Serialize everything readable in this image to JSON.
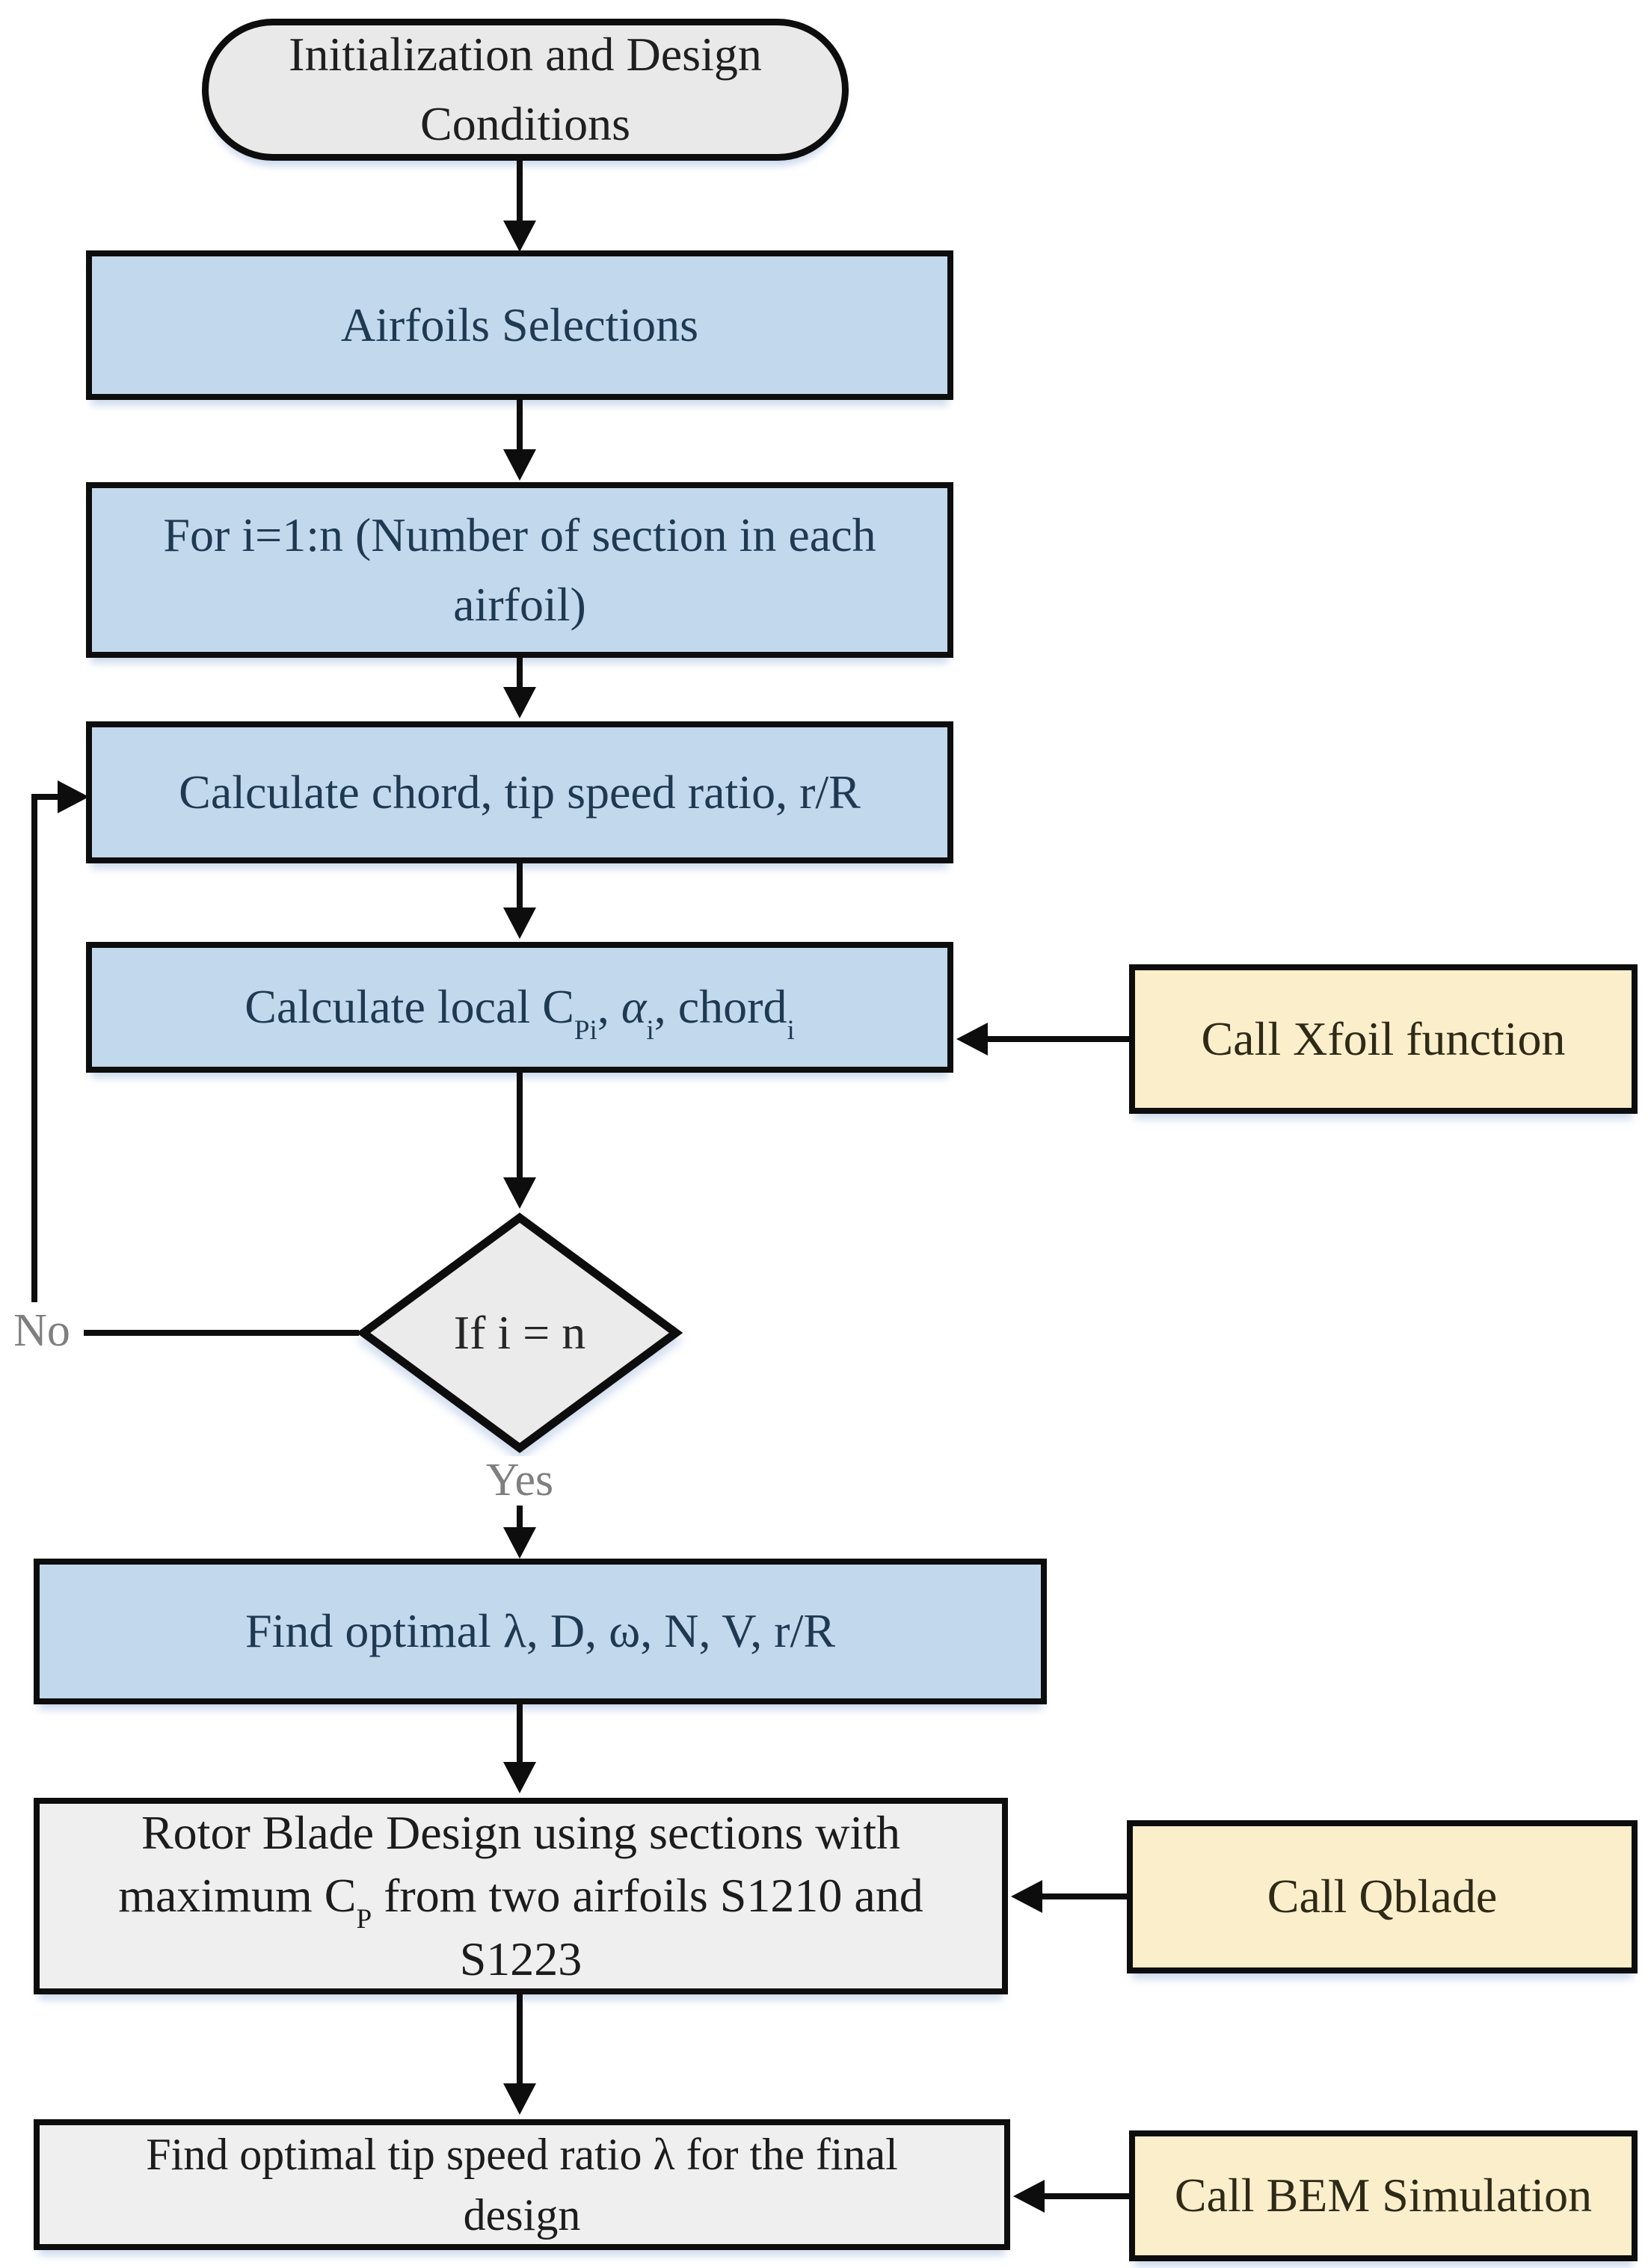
{
  "figure": {
    "type": "flowchart",
    "background": "#ffffff"
  },
  "colors": {
    "process_fill": "#C2D8EC",
    "terminator_fill": "#E9E9E9",
    "decision_fill": "#EBEBEB",
    "result_fill": "#EFEFEF",
    "call_fill": "#FBEECB",
    "border": "#0D0D0D",
    "process_text": "#1E3A52",
    "dark_text": "#1C1C1C",
    "branch_label_text": "#7F7F7F"
  },
  "nodes": {
    "start": {
      "lines": [
        "Initialization and Design",
        "Conditions"
      ]
    },
    "airfoils": {
      "label": "Airfoils Selections"
    },
    "for_loop": {
      "lines": [
        "For i=1:n (Number of section in each",
        "airfoil)"
      ]
    },
    "calc_chord": {
      "label": "Calculate chord, tip speed ratio, r/R"
    },
    "calc_local": {
      "pre": "Calculate local C",
      "sub1": "Pi",
      "mid1": ", ",
      "alpha": "α",
      "sub2": "i",
      "mid2": ", chord",
      "sub3": "i"
    },
    "decision": {
      "label": "If i = n"
    },
    "find_optimal": {
      "label": "Find optimal λ, D, ω, N, V, r/R"
    },
    "rotor_design": {
      "line1": "Rotor Blade Design using sections with",
      "line2_pre": "maximum C",
      "line2_sub": "P",
      "line2_post": " from two airfoils S1210 and",
      "line3": "S1223"
    },
    "final_design": {
      "lines": [
        "Find optimal tip speed ratio λ for the final",
        "design"
      ]
    },
    "call_xfoil": {
      "label": "Call Xfoil function"
    },
    "call_qblade": {
      "label": "Call Qblade"
    },
    "call_bem": {
      "label": "Call BEM Simulation"
    }
  },
  "edges": {
    "no_label": "No",
    "yes_label": "Yes"
  }
}
